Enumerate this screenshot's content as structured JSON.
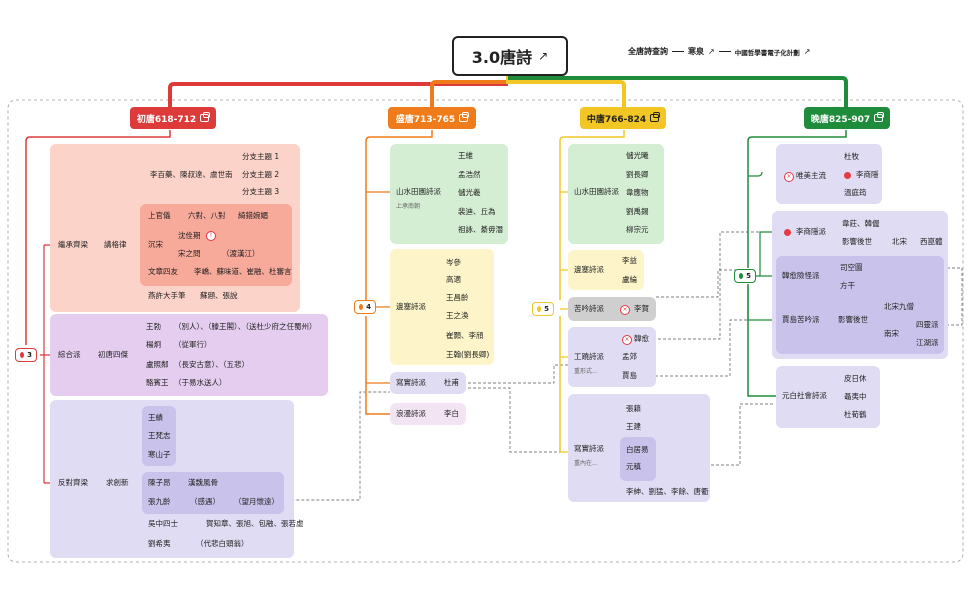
{
  "title": "3.0唐詩",
  "links": [
    "全唐詩查詢",
    "寒泉",
    "中國哲學書電子化計劃"
  ],
  "colors": {
    "early": "#dd3a3a",
    "high": "#ef7b1a",
    "mid": "#f2c624",
    "late": "#1e8c3a"
  },
  "periods": [
    {
      "label": "初唐618-712",
      "badge": "3"
    },
    {
      "label": "盛唐713-765",
      "badge": "4"
    },
    {
      "label": "中唐766-824",
      "badge": "5"
    },
    {
      "label": "晚唐825-907",
      "badge": "5"
    }
  ],
  "early": {
    "groups": [
      "繼承齊梁",
      "綜合派",
      "反對齊梁"
    ],
    "g1": {
      "rule": "講格律",
      "a": "李百藥、陳叔達、虞世南",
      "topics": [
        "分支主題 1",
        "分支主題 2",
        "分支主題 3"
      ],
      "b": "上官儀",
      "b1": "六對、八對",
      "b2": "綺錯婉媚",
      "c": "沉宋",
      "c1": "沈佺期",
      "c2": "宋之問",
      "c3": "（渡漢江）",
      "d": "文章四友",
      "d1": "李嶠、蘇味道、崔融、杜審言",
      "e": "燕許大手筆",
      "e1": "蘇頲、張說"
    },
    "g2": {
      "k": "初唐四傑",
      "p": [
        {
          "n": "王勃",
          "w": "（別人）、（滕王閣）、（送杜少府之任蜀州）"
        },
        {
          "n": "楊炯",
          "w": "（從軍行）"
        },
        {
          "n": "盧照鄰",
          "w": "（長安古意）、（五悲）"
        },
        {
          "n": "駱賓王",
          "w": "（于易水送人）"
        }
      ]
    },
    "g3": {
      "k": "求創新",
      "a": [
        "王績",
        "王梵志",
        "寒山子"
      ],
      "b": "陳子昂",
      "b1": "漢魏風骨",
      "c": "張九齡",
      "c1": "（感遇）",
      "c2": "（望月懷遠）",
      "d": "吳中四士",
      "d1": "賀知章、張旭、包融、張若虛",
      "e": "劉希夷",
      "e1": "（代悲白頭翁）"
    }
  },
  "high": {
    "g1": "山水田園詩派",
    "g1n": "上承南朝",
    "g1p": [
      "王維",
      "孟浩然",
      "儲光羲",
      "裴迪、丘為",
      "祖詠、綦毋潛"
    ],
    "g2": "邊塞詩派",
    "g2p": [
      "岑參",
      "高適",
      "王昌齡",
      "王之渙",
      "崔顥、李頎",
      "王翰(劉長卿)"
    ],
    "g3": "寫實詩派",
    "g3p": "杜甫",
    "g4": "浪漫詩派",
    "g4p": "李白"
  },
  "mid": {
    "g1": "山水田園詩派",
    "g1p": [
      "儲光曦",
      "劉長卿",
      "韋應物",
      "劉禹錫",
      "柳宗元"
    ],
    "g2": "邊塞詩派",
    "g2p": [
      "李益",
      "盧綸"
    ],
    "g3": "苦吟詩派",
    "g3p": "李賀",
    "g4": "工蹺詩派",
    "g4n": "重形式...",
    "g4p": [
      "韓愈",
      "孟郊",
      "賈島"
    ],
    "g5": "寫實詩派",
    "g5n": "重內在...",
    "g5p": [
      "張籍",
      "王建",
      "白居易",
      "元稹",
      "李紳、劉猛、李餘、唐衢"
    ]
  },
  "late": {
    "g1": "唯美主流",
    "g1p": [
      "杜牧",
      "李商隱",
      "溫庭筠"
    ],
    "g2": "李商隱派",
    "g2p": [
      "韋莊、韓偓"
    ],
    "g2q": "影響後世",
    "g2r": "北宋",
    "g2s": "西崑體",
    "g3": "韓愈險怪派",
    "g3p": [
      "司空圖",
      "方干"
    ],
    "g4": "賈島苦吟派",
    "g4q": "影響後世",
    "g4r": [
      "北宋九僧",
      "南宋"
    ],
    "g4s": [
      "四靈派",
      "江湖派"
    ],
    "g5": "元白社會詩派",
    "g5p": [
      "皮日休",
      "聶夷中",
      "杜荀鶴"
    ]
  }
}
